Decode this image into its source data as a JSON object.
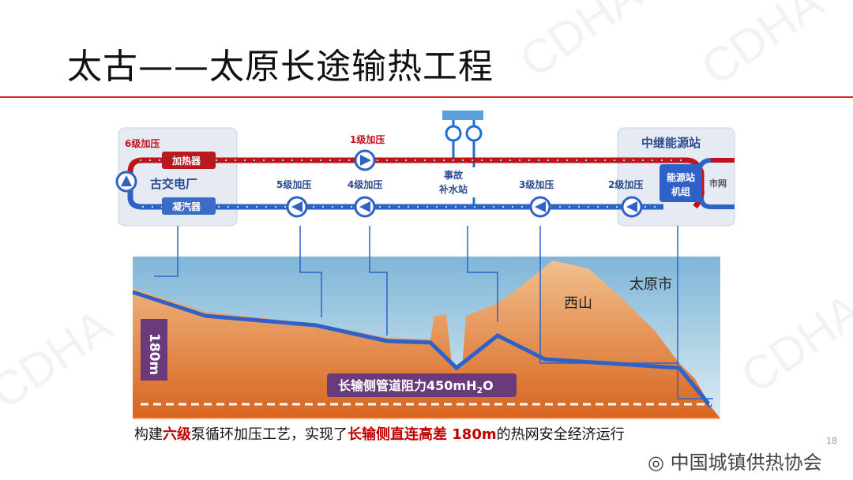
{
  "title": "太古——太原长途输热工程",
  "diagram": {
    "plant_label": "古交电厂",
    "heater": "加热器",
    "condenser": "凝汽器",
    "stage6": "6级加压",
    "stage1": "1级加压",
    "stage5": "5级加压",
    "stage4": "4级加压",
    "stage3": "3级加压",
    "stage2": "2级加压",
    "emergency_line1": "事故",
    "emergency_line2": "补水站",
    "relay_title": "中继能源站",
    "relay_unit_line1": "能源站",
    "relay_unit_line2": "机组",
    "city_network": "市网"
  },
  "terrain": {
    "height_label": "180m",
    "resistance_label": "长输侧管道阻力450mH",
    "resistance_sub": "2",
    "resistance_suffix": "O",
    "mountain": "西山",
    "city": "太原市"
  },
  "caption": {
    "p1": "构建",
    "h1": "六级",
    "p2": "泵循环加压工艺，实现了",
    "h2": "长输侧直连高差 180m",
    "p3": "的热网安全经济运行"
  },
  "watermark_org": "中国城镇供热协会",
  "watermark_text": "CDHA",
  "page_number": "18",
  "colors": {
    "supply": "#c0131b",
    "return": "#2f62c8",
    "accent": "#e0262b"
  }
}
